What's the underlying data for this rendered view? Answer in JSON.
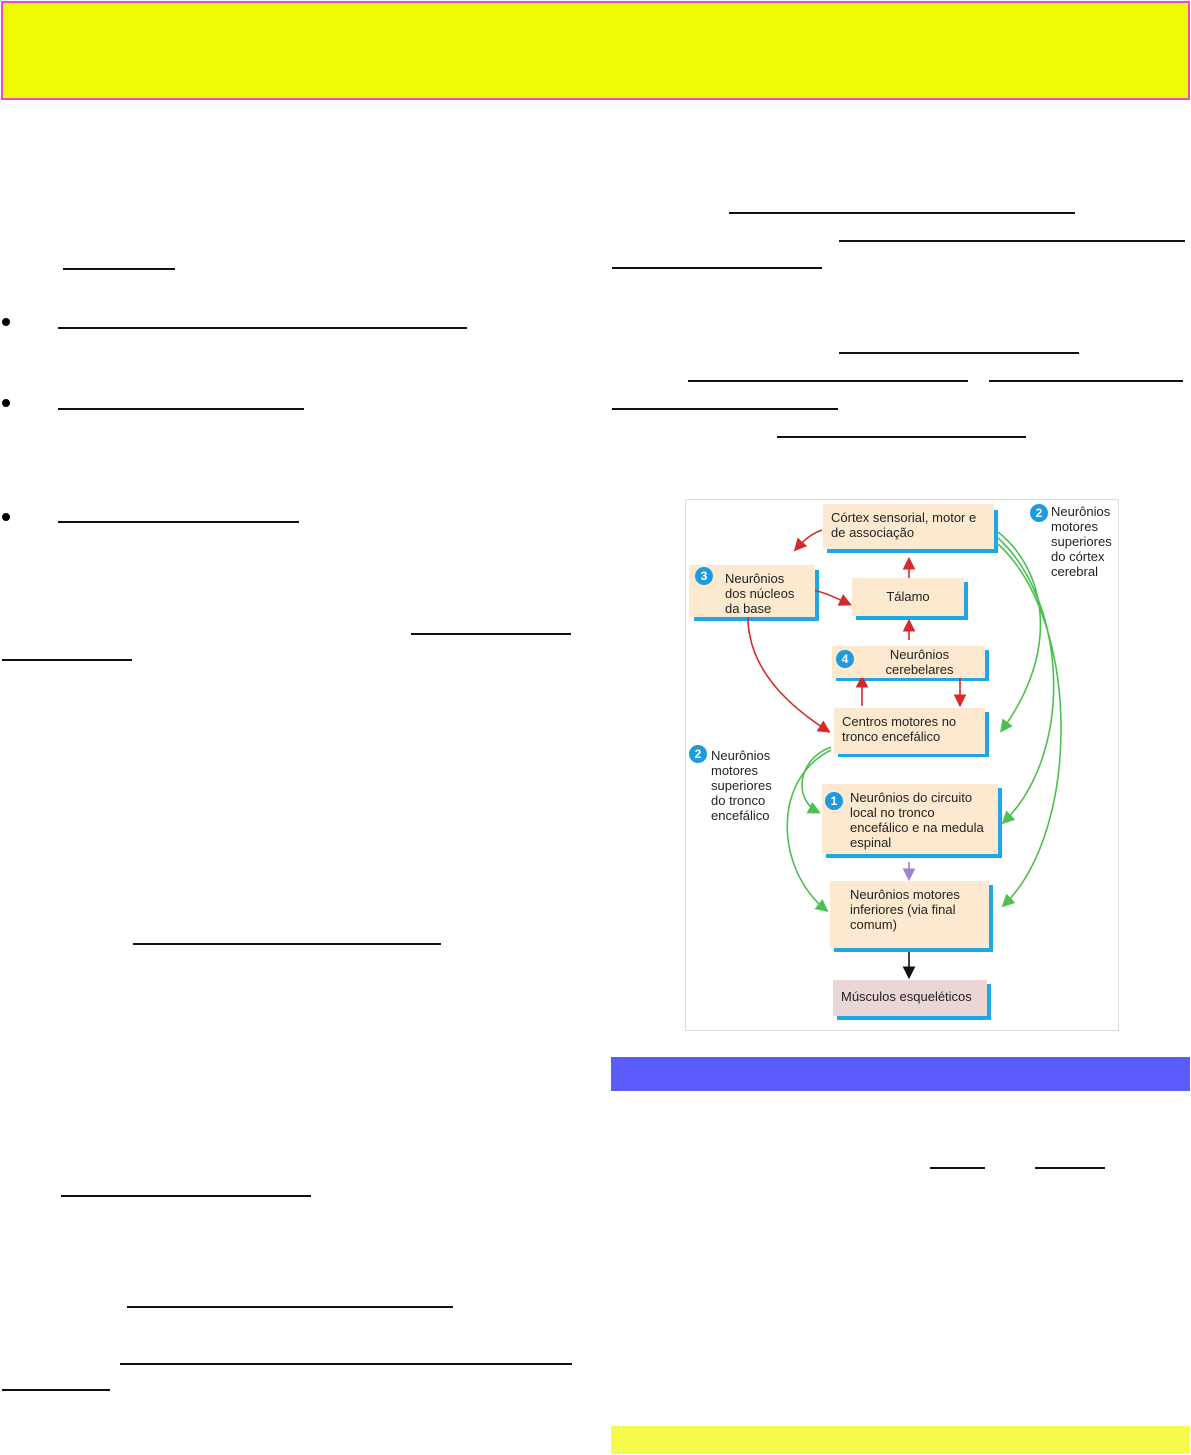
{
  "figure": {
    "boxes": {
      "cortex": "Córtex sensorial, motor e de associação",
      "talamo": "Tálamo",
      "nucleos_base": "Neurônios dos núcleos da base",
      "cerebelares": "Neurônios cerebelares",
      "centros_motores": "Centros motores no tronco encefálico",
      "circuito_local": "Neurônios do circuito local no tronco encefálico e na medula espinal",
      "motores_inferiores": "Neurônios motores inferiores (via final comum)",
      "musculos": "Músculos esqueléticos"
    },
    "numbers": {
      "n1": "1",
      "n2a": "2",
      "n2b": "2",
      "n3": "3",
      "n4": "4"
    },
    "side_labels": {
      "cortex_upper": "Neurônios motores superiores do córtex cerebral",
      "brainstem_upper": "Neurônios motores superiores do tronco encefálico"
    },
    "colors": {
      "box_fill": "#fce9cf",
      "box_shadow": "#1ea7e1",
      "red_arrow": "#d62a2a",
      "green_arrow": "#4bbf4f",
      "purple_arrow": "#9a86c8",
      "black_arrow": "#111111"
    }
  },
  "colors": {
    "banner_fill": "#eefb05",
    "banner_border": "#e64ad8",
    "section_bar": "#5b5cfb",
    "bottom_bar": "#f5f94a"
  }
}
